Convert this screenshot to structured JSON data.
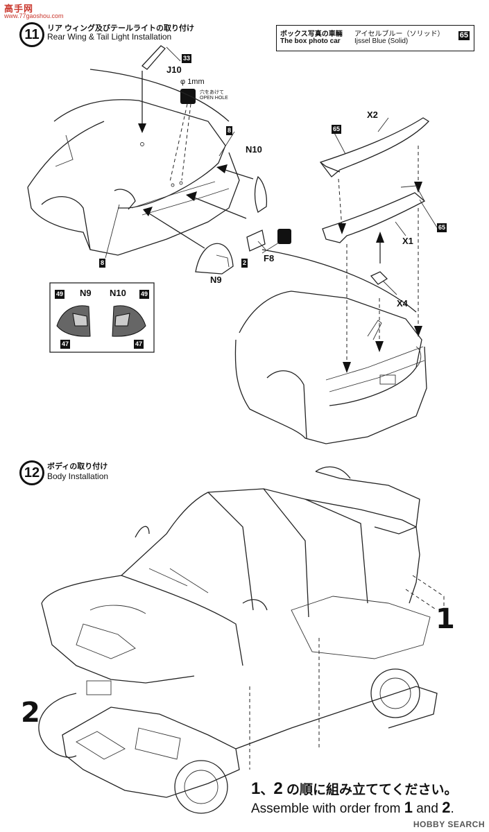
{
  "watermark": {
    "title": "高手网",
    "sub": "www.77gaoshou.com"
  },
  "step11": {
    "number": "11",
    "title_jp": "リア ウィング及びテールライトの取り付け",
    "title_en": "Rear Wing & Tail Light Installation"
  },
  "color_box": {
    "jp_label": "ボックス写真の車輛",
    "en_label": "The box photo car",
    "color_jp": "アイセルブルー（ソリッド）",
    "color_en": "Ijssel Blue (Solid)",
    "code": "65"
  },
  "hole_note": {
    "diameter": "φ 1mm",
    "jp": "穴をあけて",
    "en": "OPEN HOLE"
  },
  "parts": {
    "j10": "J10",
    "n10": "N10",
    "n9": "N9",
    "f8": "F8",
    "x1": "X1",
    "x2": "X2",
    "x4": "X4",
    "n9_inset": "N9",
    "n10_inset": "N10"
  },
  "tags": {
    "t33": "33",
    "t8a": "8",
    "t8b": "8",
    "t2": "2",
    "t65a": "65",
    "t65b": "65",
    "t49a": "49",
    "t47a": "47",
    "t49b": "49",
    "t47b": "47"
  },
  "step12": {
    "number": "12",
    "title_jp": "ボディの取り付け",
    "title_en": "Body Installation",
    "label1": "1",
    "label2": "2"
  },
  "instruction": {
    "jp_a": "1",
    "jp_sep": "、",
    "jp_b": "2",
    "jp_rest": " の順に組み立ててください。",
    "en_a": "Assemble with order from ",
    "en_b": "1",
    "en_c": " and ",
    "en_d": "2",
    "en_e": "."
  },
  "footer": {
    "brand": "HOBBY SEARCH"
  }
}
